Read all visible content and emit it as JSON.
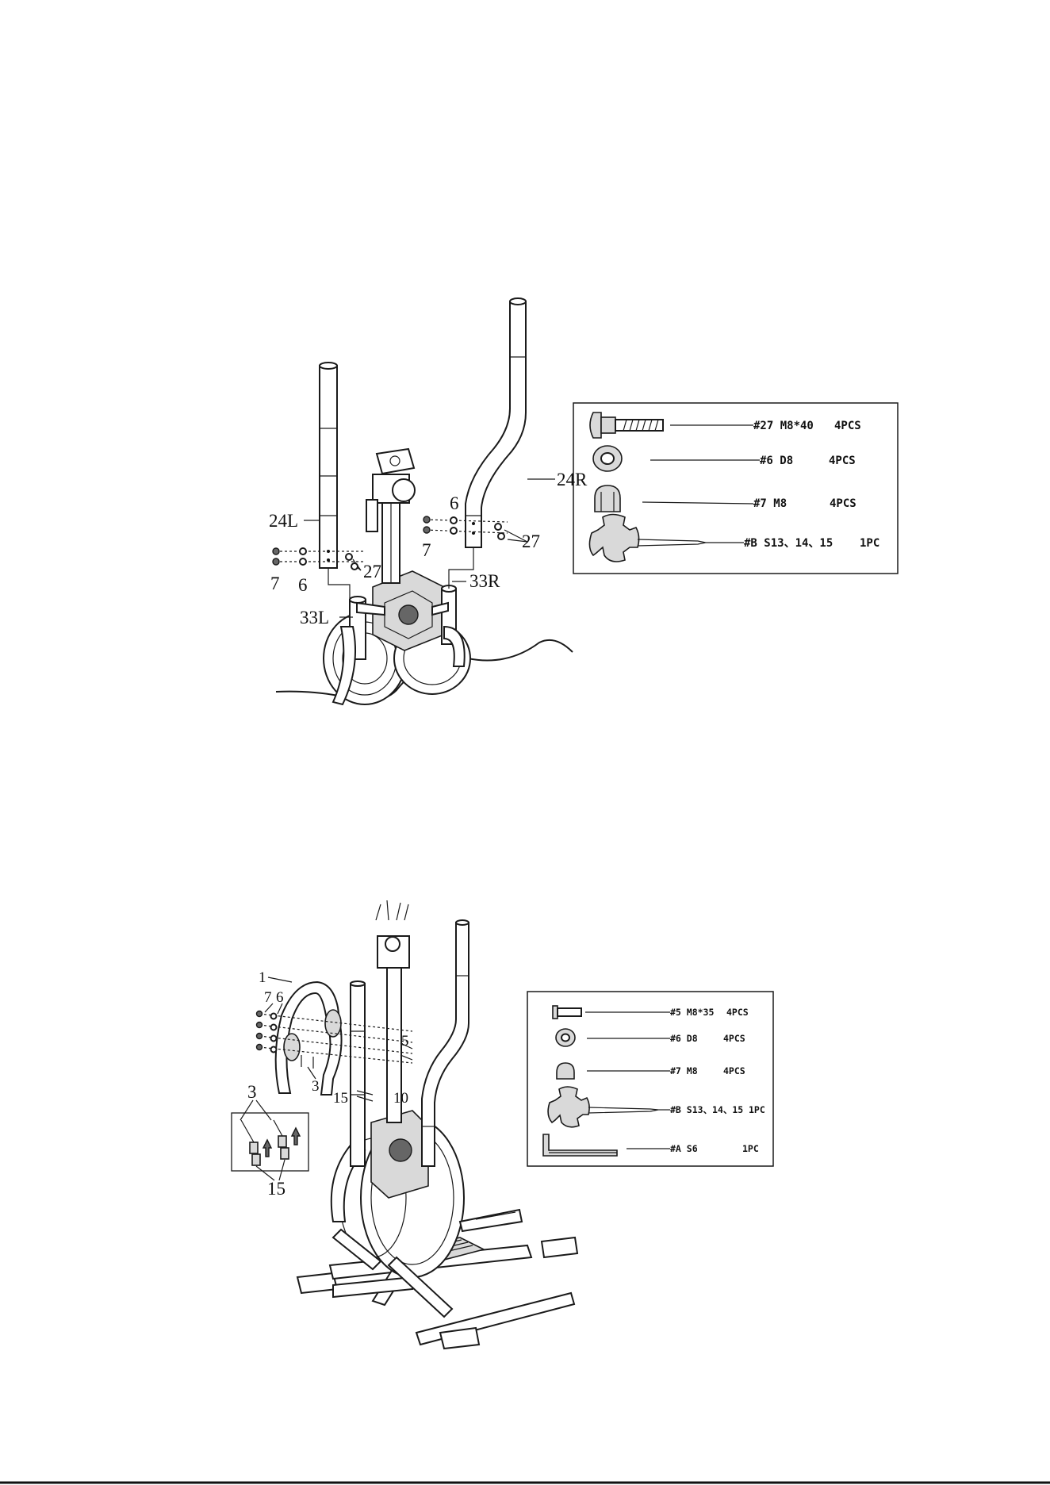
{
  "step1": {
    "part_labels": {
      "p24L": "24L",
      "p24R": "24R",
      "p33L": "33L",
      "p33R": "33R",
      "p6a": "6",
      "p6b": "6",
      "p7a": "7",
      "p7b": "7",
      "p27a": "27",
      "p27b": "27"
    },
    "hardware": [
      {
        "id": "#27 M8*40",
        "qty": "4PCS"
      },
      {
        "id": "#6 D8",
        "qty": "4PCS"
      },
      {
        "id": "#7 M8",
        "qty": "4PCS"
      },
      {
        "id": "#B S13、14、15",
        "qty": "1PC"
      }
    ]
  },
  "step2": {
    "part_labels": {
      "p1": "1",
      "p7": "7",
      "p6": "6",
      "p3": "3",
      "p5": "5",
      "p15": "15",
      "p10": "10",
      "inset3": "3",
      "inset15": "15"
    },
    "hardware": [
      {
        "id": "#5 M8*35",
        "qty": "4PCS"
      },
      {
        "id": "#6 D8",
        "qty": "4PCS"
      },
      {
        "id": "#7 M8",
        "qty": "4PCS"
      },
      {
        "id": "#B S13、14、15",
        "qty": "1PC"
      },
      {
        "id": "#A S6",
        "qty": "1PC"
      }
    ]
  },
  "icons": {
    "bolt": "carriage-bolt-icon",
    "washer": "washer-icon",
    "nut": "cap-nut-icon",
    "wrench": "multi-wrench-icon",
    "allen": "allen-key-icon",
    "arrow": "direction-arrow-icon"
  }
}
